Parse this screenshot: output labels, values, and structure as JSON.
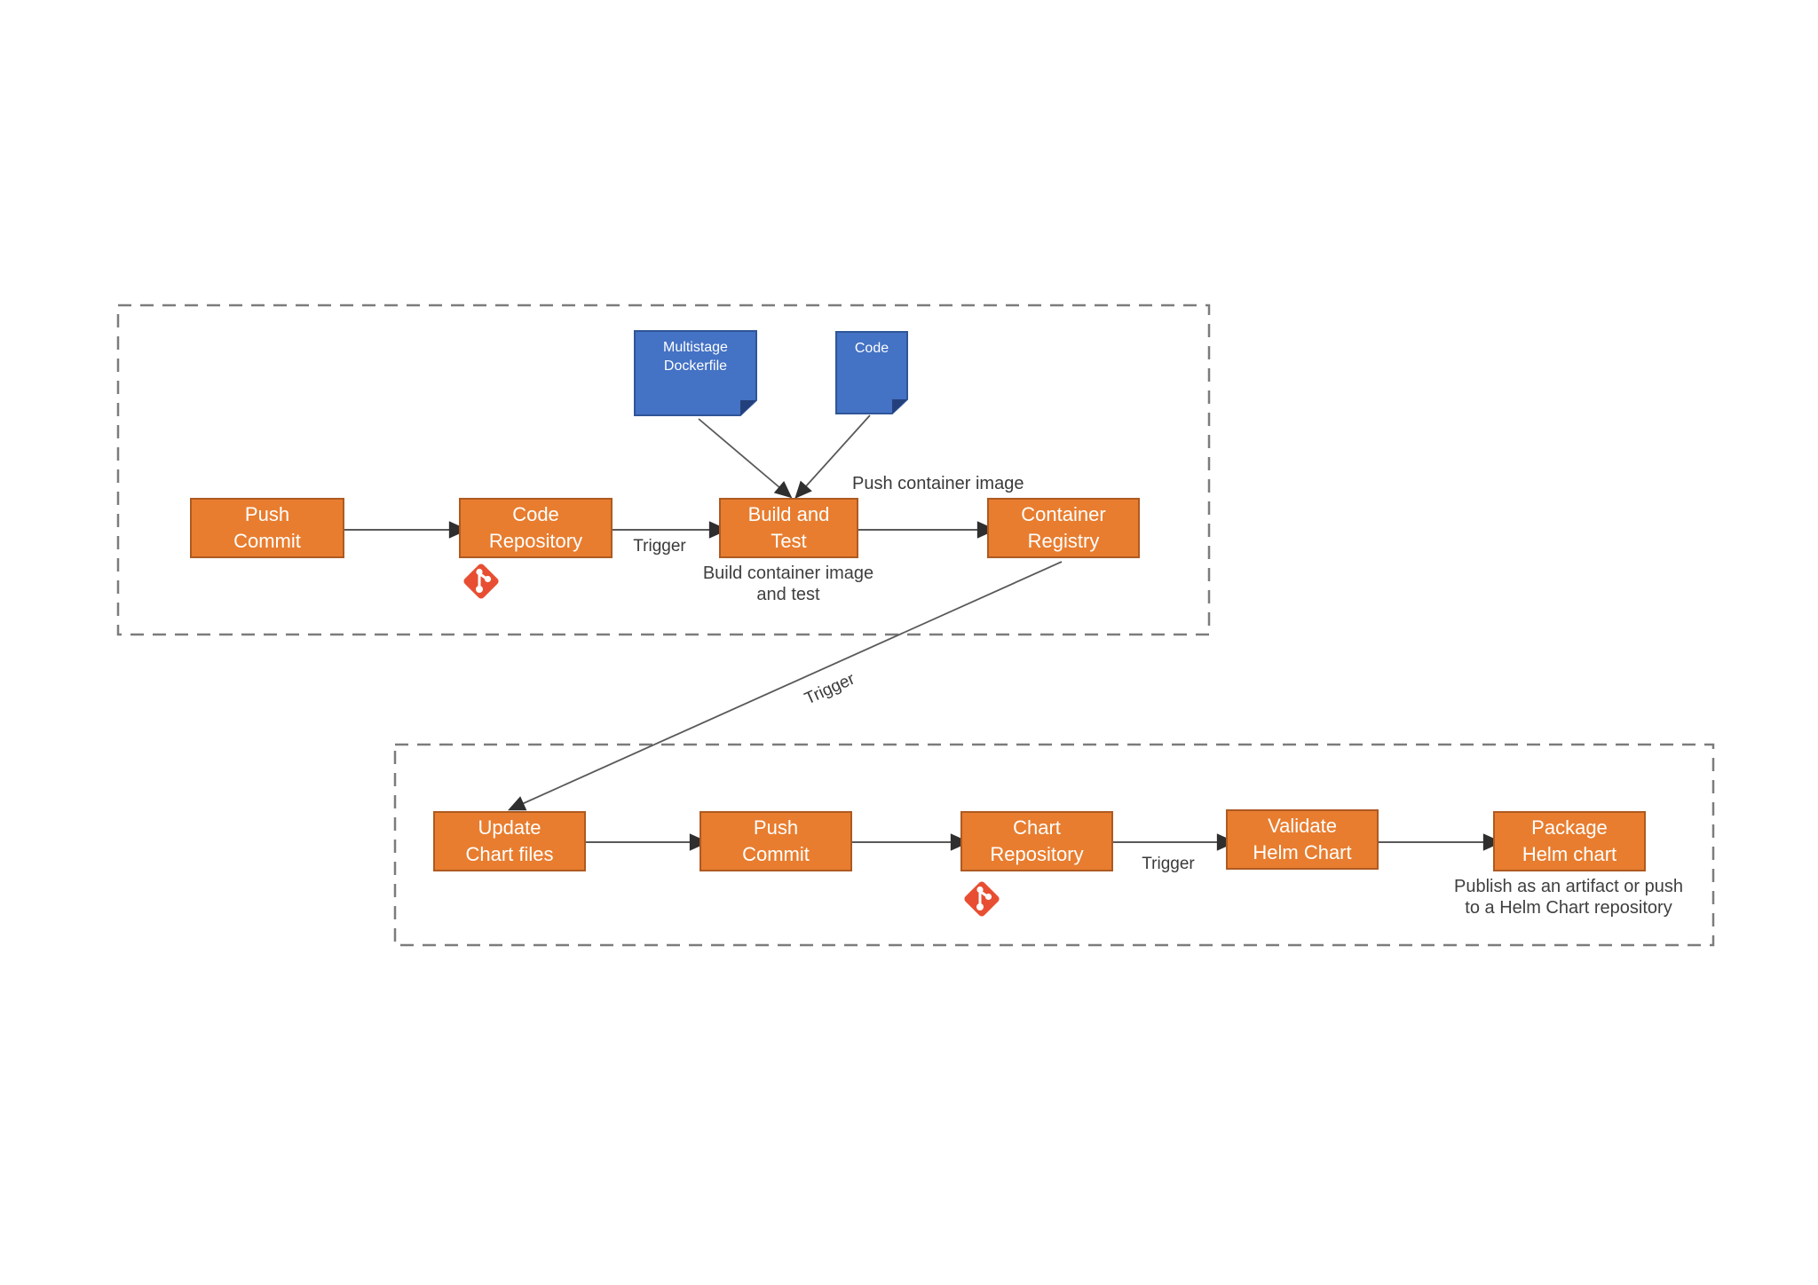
{
  "diagram_type": "flowchart",
  "nodes": {
    "push_commit_1": {
      "label": "Push\nCommit"
    },
    "code_repository": {
      "label": "Code\nRepository"
    },
    "build_and_test": {
      "label": "Build and\nTest",
      "caption": "Build container image\nand test"
    },
    "container_registry": {
      "label": "Container\nRegistry"
    },
    "update_chart_files": {
      "label": "Update\nChart files"
    },
    "push_commit_2": {
      "label": "Push\nCommit"
    },
    "chart_repository": {
      "label": "Chart\nRepository"
    },
    "validate_helm_chart": {
      "label": "Validate\nHelm Chart"
    },
    "package_helm_chart": {
      "label": "Package\nHelm chart",
      "caption": "Publish as an artifact or push\nto a Helm Chart repository"
    }
  },
  "notes": {
    "multistage_dockerfile": {
      "label": "Multistage\nDockerfile"
    },
    "code": {
      "label": "Code"
    }
  },
  "edges": [
    {
      "from": "Push Commit",
      "to": "Code Repository"
    },
    {
      "from": "Code Repository",
      "to": "Build and Test",
      "label": "Trigger"
    },
    {
      "from": "Build and Test",
      "to": "Container Registry",
      "label": "Push container image"
    },
    {
      "from": "Multistage Dockerfile",
      "to": "Build and Test"
    },
    {
      "from": "Code",
      "to": "Build and Test"
    },
    {
      "from": "Container Registry",
      "to": "Update Chart files",
      "label": "Trigger"
    },
    {
      "from": "Update Chart files",
      "to": "Push Commit"
    },
    {
      "from": "Push Commit",
      "to": "Chart Repository"
    },
    {
      "from": "Chart Repository",
      "to": "Validate Helm Chart",
      "label": "Trigger"
    },
    {
      "from": "Validate Helm Chart",
      "to": "Package Helm chart"
    }
  ],
  "icons": {
    "git_1": "git-logo",
    "git_2": "git-logo"
  },
  "colors": {
    "node_fill": "#E87D2F",
    "node_border": "#AE5A21",
    "node_text": "#FFFFFF",
    "note_fill": "#4472C4",
    "note_border": "#2F5597",
    "note_fold": "#24407C",
    "git_icon": "#E84E31",
    "connector": "#595959",
    "arrowhead": "#2F2F2F",
    "group_border": "#7C7C7C",
    "label_text": "#3F3F3F",
    "background": "#FFFFFF"
  }
}
